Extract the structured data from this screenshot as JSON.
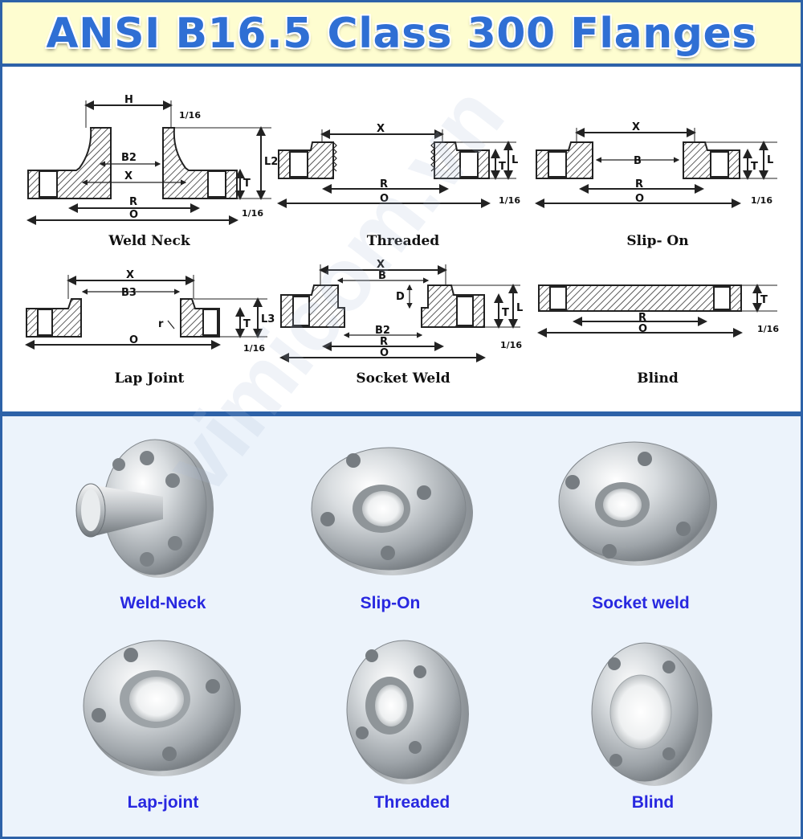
{
  "title": "ANSI B16.5 Class 300 Flanges",
  "drawing_captions": {
    "weld_neck": "Weld Neck",
    "threaded": "Threaded",
    "slip_on": "Slip- On",
    "lap_joint": "Lap Joint",
    "socket_weld": "Socket Weld",
    "blind": "Blind"
  },
  "dimension_labels": {
    "H": "H",
    "X": "X",
    "B": "B",
    "B2": "B2",
    "B3": "B3",
    "R": "R",
    "O": "O",
    "T": "T",
    "L": "L",
    "L2": "L2",
    "L3": "L3",
    "D": "D",
    "r": "r",
    "sixteenth": "1/16"
  },
  "photo_captions": {
    "weld_neck": "Weld-Neck",
    "slip_on": "Slip-On",
    "socket_weld": "Socket weld",
    "lap_joint": "Lap-joint",
    "threaded": "Threaded",
    "blind": "Blind"
  },
  "watermark": "vimicom.vn",
  "colors": {
    "border": "#2d62a8",
    "title_text": "#2f6fd4",
    "title_bg": "#fefdd0",
    "photo_caption": "#2828e0",
    "photo_bg": "#ecf3fb"
  }
}
